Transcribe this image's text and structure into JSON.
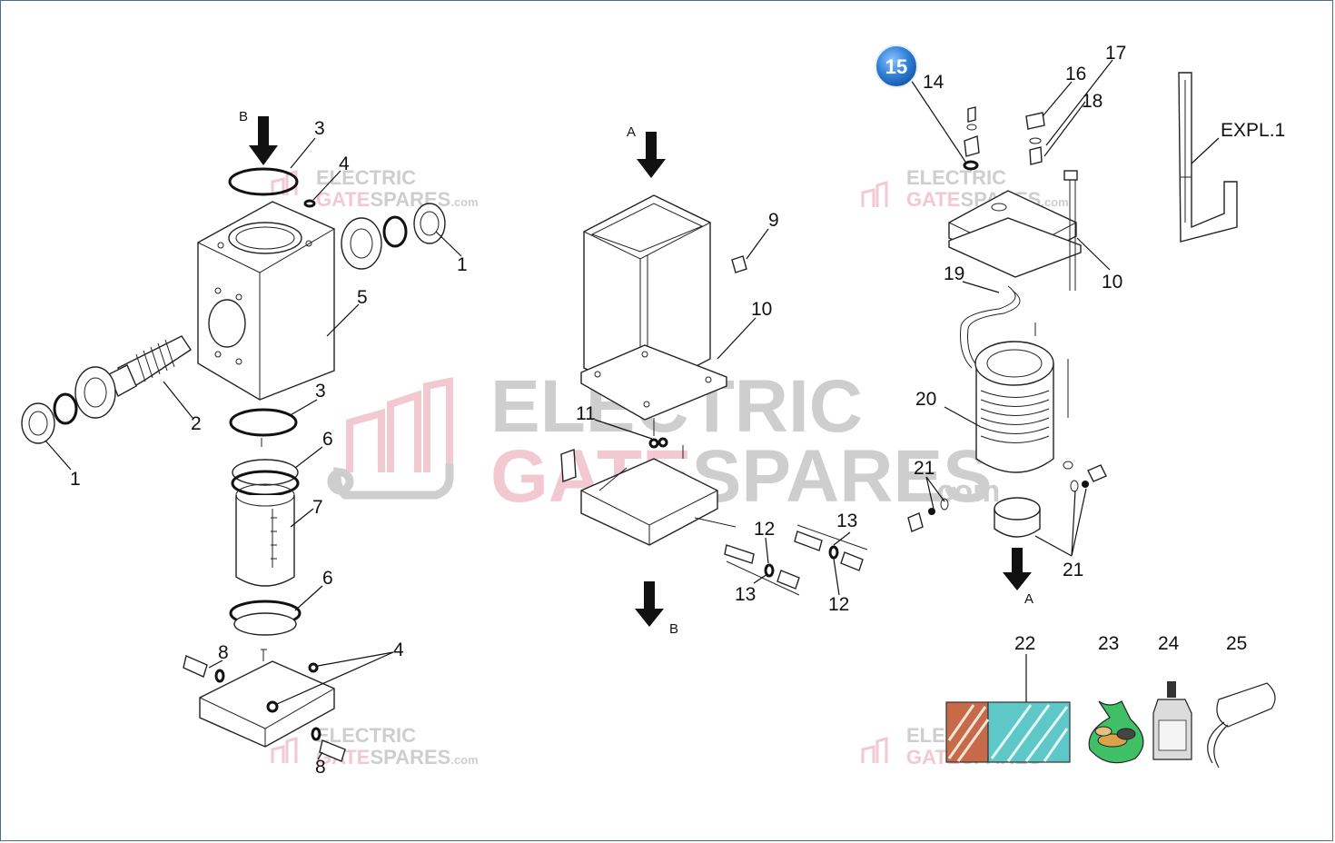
{
  "diagram": {
    "highlight_badge": "15",
    "callouts": {
      "c1a": "1",
      "c1b": "1",
      "c2": "2",
      "c3a": "3",
      "c3b": "3",
      "c4a": "4",
      "c4b": "4",
      "c5": "5",
      "c6a": "6",
      "c6b": "6",
      "c7": "7",
      "c8a": "8",
      "c8b": "8",
      "c9": "9",
      "c10a": "10",
      "c10b": "10",
      "c11": "11",
      "c12a": "12",
      "c12b": "12",
      "c13a": "13",
      "c13b": "13",
      "c14": "14",
      "c16": "16",
      "c17": "17",
      "c18": "18",
      "c19": "19",
      "c20": "20",
      "c21a": "21",
      "c21b": "21",
      "c22": "22",
      "c23": "23",
      "c24": "24",
      "c25": "25",
      "expl": "EXPL.1"
    },
    "flow_labels": {
      "b_top": "B",
      "a_top": "A",
      "b_bottom": "B",
      "a_bottom": "A"
    },
    "watermark": {
      "line1": "ELECTRIC",
      "line2_gray": "GATE",
      "line2_pink": "SPARES",
      "suffix": ".com"
    }
  },
  "colors": {
    "watermark_gray": "#c9c9c9",
    "watermark_pink": "#f1c3cd",
    "badge_blue": "#2f7fd6",
    "frame": "#4a6f8a"
  }
}
